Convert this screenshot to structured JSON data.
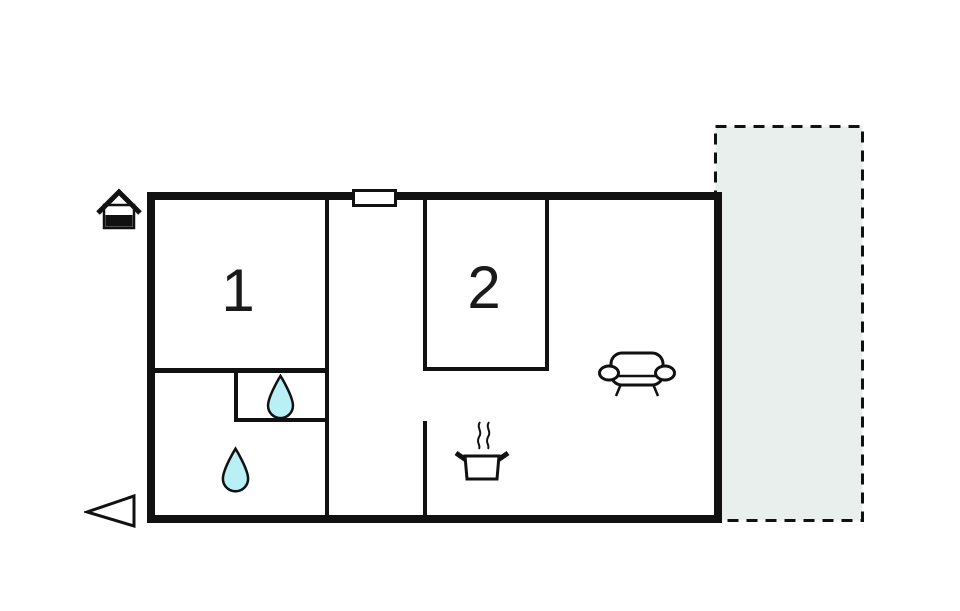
{
  "plan": {
    "type": "vacation-home-floor-plan",
    "rooms": [
      {
        "id": "room-1",
        "label": "1"
      },
      {
        "id": "room-2",
        "label": "2"
      }
    ],
    "symbols": [
      "house-icon",
      "entrance-arrow-icon",
      "door-marker",
      "water-drop-icon",
      "water-drop-icon",
      "cooking-pot-icon",
      "sofa-icon",
      "terrace-dashed-area"
    ],
    "colors": {
      "background": "#ffffff",
      "wall": "#111111",
      "terrace_fill": "#e8efed",
      "water_drop_fill": "#b9f0f5"
    }
  }
}
